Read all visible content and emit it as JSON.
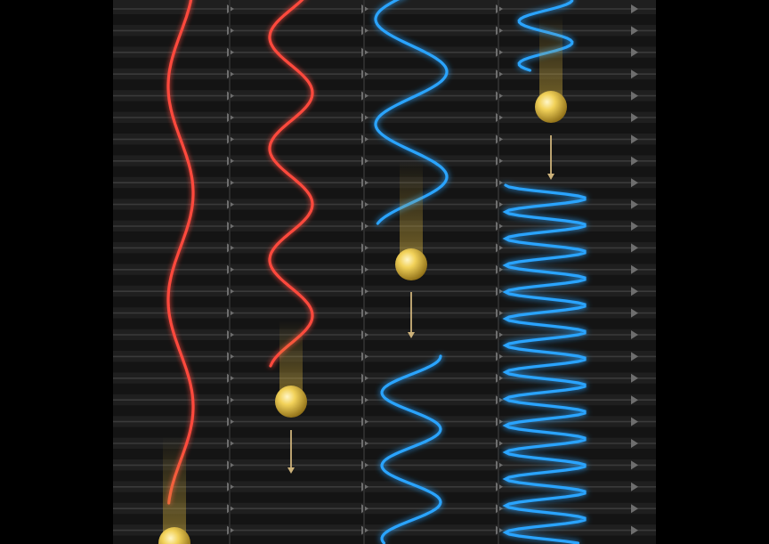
{
  "colors": {
    "background": "#000000",
    "panel": "#1f1f1f",
    "stripe_dark": "#141414",
    "stripe_line": "#3a3a3a",
    "chevron": "#6e6e6e",
    "red_wave": "#ff4a3d",
    "blue_wave": "#2aa4ff",
    "particle": "#f2d25a",
    "particle_trail": "#c9a73a",
    "arrow": "#cdb27a"
  },
  "panels": [
    {
      "name": "panel-1",
      "wave_color": "red",
      "particle": "moving-down"
    },
    {
      "name": "panel-2",
      "wave_color": "red",
      "particle": "moving-down"
    },
    {
      "name": "panel-3",
      "wave_color": "blue",
      "particle": "moving-down"
    },
    {
      "name": "panel-4",
      "wave_color": "blue",
      "particle": "moving-down"
    }
  ]
}
